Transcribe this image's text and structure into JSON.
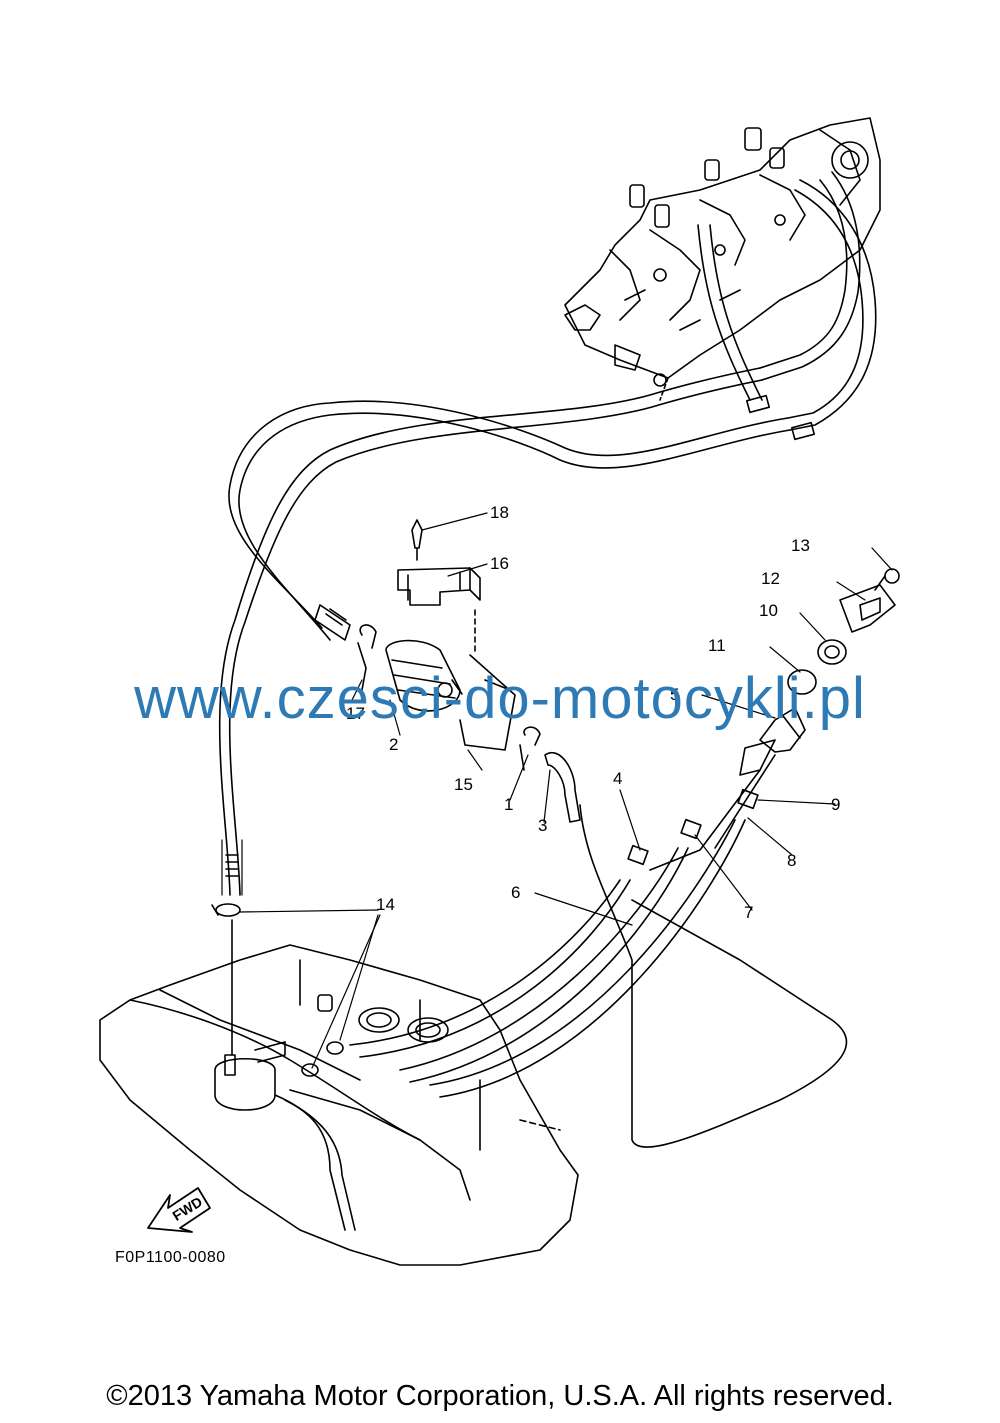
{
  "diagram": {
    "callouts": [
      "1",
      "2",
      "3",
      "4",
      "5",
      "6",
      "7",
      "8",
      "9",
      "10",
      "11",
      "12",
      "13",
      "14",
      "15",
      "16",
      "17",
      "18"
    ],
    "fwd_label": "FWD",
    "figure_id": "F0P1100-0080"
  },
  "watermark": {
    "text": "www.czesci-do-motocykli.pl",
    "color": "#2e7ab5"
  },
  "footer": {
    "copyright": "©2013 Yamaha Motor Corporation, U.S.A. All rights reserved."
  }
}
